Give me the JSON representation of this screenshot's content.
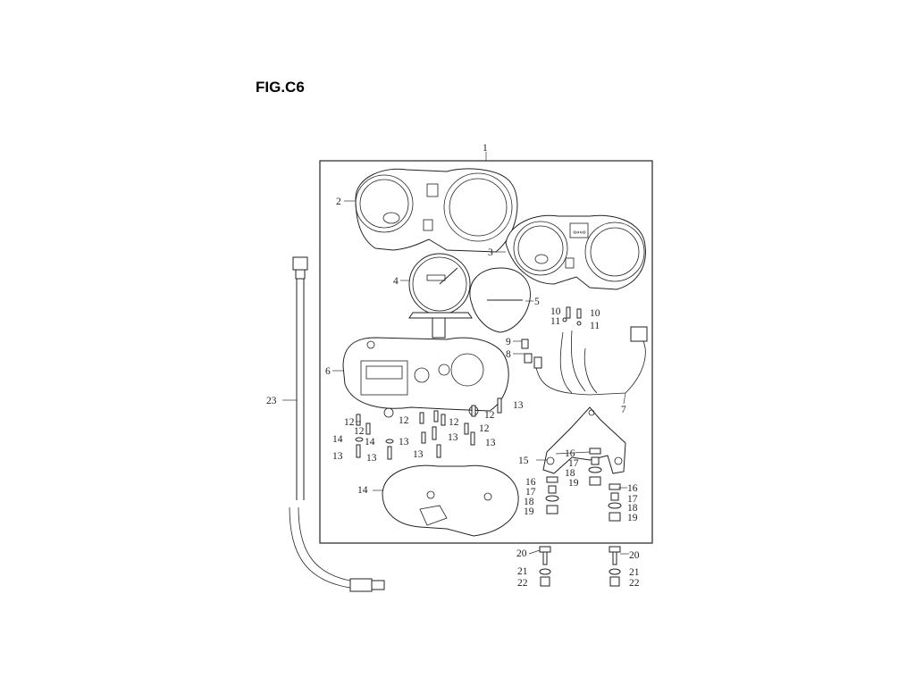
{
  "figure": {
    "title": "FIG.C6"
  },
  "callouts": [
    {
      "id": "c1",
      "text": "1"
    },
    {
      "id": "c2",
      "text": "2"
    },
    {
      "id": "c3",
      "text": "3"
    },
    {
      "id": "c4",
      "text": "4"
    },
    {
      "id": "c5",
      "text": "5"
    },
    {
      "id": "c6",
      "text": "6"
    },
    {
      "id": "c7",
      "text": "7"
    },
    {
      "id": "c8",
      "text": "8"
    },
    {
      "id": "c9",
      "text": "9"
    },
    {
      "id": "c10a",
      "text": "10"
    },
    {
      "id": "c10b",
      "text": "10"
    },
    {
      "id": "c11a",
      "text": "11"
    },
    {
      "id": "c11b",
      "text": "11"
    },
    {
      "id": "c12a",
      "text": "12"
    },
    {
      "id": "c12b",
      "text": "12"
    },
    {
      "id": "c12c",
      "text": "12"
    },
    {
      "id": "c12d",
      "text": "12"
    },
    {
      "id": "c12e",
      "text": "12"
    },
    {
      "id": "c12f",
      "text": "12"
    },
    {
      "id": "c13a",
      "text": "13"
    },
    {
      "id": "c13b",
      "text": "13"
    },
    {
      "id": "c13c",
      "text": "13"
    },
    {
      "id": "c13d",
      "text": "13"
    },
    {
      "id": "c13e",
      "text": "13"
    },
    {
      "id": "c13f",
      "text": "13"
    },
    {
      "id": "c13g",
      "text": "13"
    },
    {
      "id": "c14a",
      "text": "14"
    },
    {
      "id": "c14b",
      "text": "14"
    },
    {
      "id": "c14c",
      "text": "14"
    },
    {
      "id": "c15",
      "text": "15"
    },
    {
      "id": "c16a",
      "text": "16"
    },
    {
      "id": "c16b",
      "text": "16"
    },
    {
      "id": "c16c",
      "text": "16"
    },
    {
      "id": "c17a",
      "text": "17"
    },
    {
      "id": "c17b",
      "text": "17"
    },
    {
      "id": "c17c",
      "text": "17"
    },
    {
      "id": "c18a",
      "text": "18"
    },
    {
      "id": "c18b",
      "text": "18"
    },
    {
      "id": "c18c",
      "text": "18"
    },
    {
      "id": "c19a",
      "text": "19"
    },
    {
      "id": "c19b",
      "text": "19"
    },
    {
      "id": "c19c",
      "text": "19"
    },
    {
      "id": "c20a",
      "text": "20"
    },
    {
      "id": "c20b",
      "text": "20"
    },
    {
      "id": "c21a",
      "text": "21"
    },
    {
      "id": "c21b",
      "text": "21"
    },
    {
      "id": "c22a",
      "text": "22"
    },
    {
      "id": "c22b",
      "text": "22"
    },
    {
      "id": "c23",
      "text": "23"
    }
  ]
}
